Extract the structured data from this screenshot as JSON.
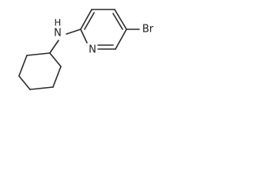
{
  "molecule": {
    "atoms": {
      "amine_n": "N",
      "amine_h": "H",
      "pyridine_n": "N",
      "bromine": "Br"
    },
    "colors": {
      "bond": "#2b2b2b",
      "label": "#222222",
      "background": "#ffffff"
    }
  }
}
